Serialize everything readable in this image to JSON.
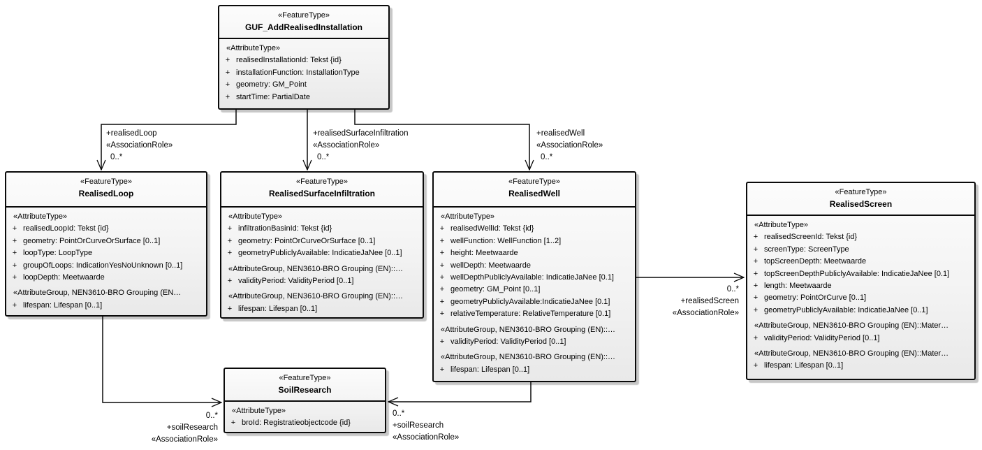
{
  "classes": {
    "guf": {
      "stereotype": "«FeatureType»",
      "name": "GUF_AddRealisedInstallation",
      "rows": [
        {
          "k": "h",
          "t": "«AttributeType»"
        },
        {
          "k": "a",
          "v": "+",
          "t": "realisedInstallationId: Tekst {id}"
        },
        {
          "k": "a",
          "v": "+",
          "t": "installationFunction: InstallationType"
        },
        {
          "k": "a",
          "v": "+",
          "t": "geometry: GM_Point"
        },
        {
          "k": "a",
          "v": "+",
          "t": "startTime: PartialDate"
        }
      ]
    },
    "loop": {
      "stereotype": "«FeatureType»",
      "name": "RealisedLoop",
      "rows": [
        {
          "k": "h",
          "t": "«AttributeType»"
        },
        {
          "k": "a",
          "v": "+",
          "t": "realisedLoopId: Tekst {id}"
        },
        {
          "k": "a",
          "v": "+",
          "t": "geometry: PointOrCurveOrSurface [0..1]"
        },
        {
          "k": "a",
          "v": "+",
          "t": "loopType: LoopType"
        },
        {
          "k": "a",
          "v": "+",
          "t": "groupOfLoops: IndicationYesNoUnknown [0..1]"
        },
        {
          "k": "a",
          "v": "+",
          "t": "loopDepth: Meetwaarde"
        },
        {
          "k": "g",
          "t": "«AttributeGroup, NEN3610-BRO Grouping (EN…"
        },
        {
          "k": "a",
          "v": "+",
          "t": "lifespan: Lifespan [0..1]"
        }
      ]
    },
    "rsi": {
      "stereotype": "«FeatureType»",
      "name": "RealisedSurfaceInfiltration",
      "rows": [
        {
          "k": "h",
          "t": "«AttributeType»"
        },
        {
          "k": "a",
          "v": "+",
          "t": "infiltrationBasinId: Tekst {id}"
        },
        {
          "k": "a",
          "v": "+",
          "t": "geometry: PointOrCurveOrSurface [0..1]"
        },
        {
          "k": "a",
          "v": "+",
          "t": "geometryPubliclyAvailable: IndicatieJaNee [0..1]"
        },
        {
          "k": "g",
          "t": "«AttributeGroup, NEN3610-BRO Grouping (EN)::…"
        },
        {
          "k": "a",
          "v": "+",
          "t": "validityPeriod: ValidityPeriod [0..1]"
        },
        {
          "k": "g",
          "t": "«AttributeGroup, NEN3610-BRO Grouping (EN)::…"
        },
        {
          "k": "a",
          "v": "+",
          "t": "lifespan: Lifespan [0..1]"
        }
      ]
    },
    "well": {
      "stereotype": "«FeatureType»",
      "name": "RealisedWell",
      "rows": [
        {
          "k": "h",
          "t": "«AttributeType»"
        },
        {
          "k": "a",
          "v": "+",
          "t": "realisedWellId: Tekst {id}"
        },
        {
          "k": "a",
          "v": "+",
          "t": "wellFunction: WellFunction [1..2]"
        },
        {
          "k": "a",
          "v": "+",
          "t": "height: Meetwaarde"
        },
        {
          "k": "a",
          "v": "+",
          "t": "wellDepth: Meetwaarde"
        },
        {
          "k": "a",
          "v": "+",
          "t": "wellDepthPubliclyAvailable: IndicatieJaNee [0.1]"
        },
        {
          "k": "a",
          "v": "+",
          "t": "geometry: GM_Point [0..1]"
        },
        {
          "k": "a",
          "v": "+",
          "t": "geometryPubliclyAvailable:IndicatieJaNee [0.1]"
        },
        {
          "k": "a",
          "v": "+",
          "t": "relativeTemperature: RelativeTemperature [0.1]"
        },
        {
          "k": "g",
          "t": "«AttributeGroup, NEN3610-BRO Grouping (EN)::…"
        },
        {
          "k": "a",
          "v": "+",
          "t": "validityPeriod: ValidityPeriod [0..1]"
        },
        {
          "k": "g",
          "t": "«AttributeGroup, NEN3610-BRO Grouping (EN)::…"
        },
        {
          "k": "a",
          "v": "+",
          "t": "lifespan: Lifespan [0..1]"
        }
      ]
    },
    "screen": {
      "stereotype": "«FeatureType»",
      "name": "RealisedScreen",
      "rows": [
        {
          "k": "h",
          "t": "«AttributeType»"
        },
        {
          "k": "a",
          "v": "+",
          "t": "realisedScreenId: Tekst {id}"
        },
        {
          "k": "a",
          "v": "+",
          "t": "screenType: ScreenType"
        },
        {
          "k": "a",
          "v": "+",
          "t": "topScreenDepth: Meetwaarde"
        },
        {
          "k": "a",
          "v": "+",
          "t": "topScreenDepthPubliclyAvailable: IndicatieJaNee [0.1]"
        },
        {
          "k": "a",
          "v": "+",
          "t": "length: Meetwaarde"
        },
        {
          "k": "a",
          "v": "+",
          "t": "geometry: PointOrCurve [0..1]"
        },
        {
          "k": "a",
          "v": "+",
          "t": "geometryPubliclyAvailable: IndicatieJaNee [0..1]"
        },
        {
          "k": "g",
          "t": "«AttributeGroup, NEN3610-BRO Grouping (EN)::Mater…"
        },
        {
          "k": "a",
          "v": "+",
          "t": "validityPeriod: ValidityPeriod [0..1]"
        },
        {
          "k": "g",
          "t": "«AttributeGroup, NEN3610-BRO Grouping (EN)::Mater…"
        },
        {
          "k": "a",
          "v": "+",
          "t": "lifespan: Lifespan [0..1]"
        }
      ]
    },
    "soil": {
      "stereotype": "«FeatureType»",
      "name": "SoilResearch",
      "rows": [
        {
          "k": "h",
          "t": "«AttributeType»"
        },
        {
          "k": "a",
          "v": "+",
          "t": "broId: Registratieobjectcode {id}"
        }
      ]
    }
  },
  "associations": {
    "loop": {
      "role": "+realisedLoop",
      "stereotype": "«AssociationRole»",
      "multiplicity": "0..*"
    },
    "rsi": {
      "role": "+realisedSurfaceInfiltration",
      "stereotype": "«AssociationRole»",
      "multiplicity": "0..*"
    },
    "well": {
      "role": "+realisedWell",
      "stereotype": "«AssociationRole»",
      "multiplicity": "0..*"
    },
    "screen": {
      "multiplicity": "0..*",
      "role": "+realisedScreen",
      "stereotype": "«AssociationRole»"
    },
    "soil_from_loop": {
      "multiplicity": "0..*",
      "role": "+soilResearch",
      "stereotype": "«AssociationRole»"
    },
    "soil_from_well": {
      "multiplicity": "0..*",
      "role": "+soilResearch",
      "stereotype": "«AssociationRole»"
    }
  },
  "colors": {
    "line": "#0a0a0a",
    "box_fill_top": "#fcfcfc",
    "box_fill_bottom": "#e9e9e9",
    "text": "#000000"
  }
}
